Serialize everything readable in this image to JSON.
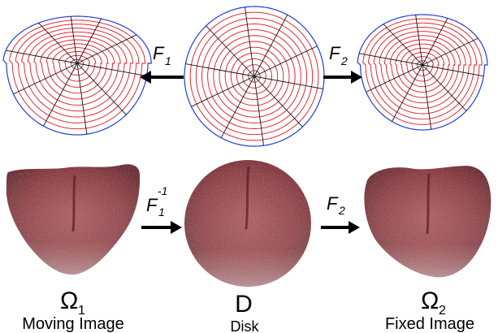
{
  "colors": {
    "boundary": "#1f3fd6",
    "circles": "#e0141c",
    "radials": "#111111",
    "tongue_base": "#8e3e44",
    "tongue_dark": "#5e2027",
    "tongue_light": "#c8868a",
    "arrow": "#000000"
  },
  "top_row": {
    "left_arrow": {
      "label": "F",
      "sub": "1"
    },
    "right_arrow": {
      "label": "F",
      "sub": "2"
    }
  },
  "bottom_row": {
    "left_arrow": {
      "label": "F",
      "sub": "1",
      "sup": "-1"
    },
    "right_arrow": {
      "label": "F",
      "sub": "2"
    }
  },
  "labels": {
    "left_symbol": "Ω",
    "left_sub": "1",
    "left_caption": "Moving Image",
    "center_symbol": "D",
    "center_caption": "Disk",
    "right_symbol": "Ω",
    "right_sub": "2",
    "right_caption": "Fixed Image"
  },
  "grid": {
    "rings": 12,
    "spokes": 10
  }
}
